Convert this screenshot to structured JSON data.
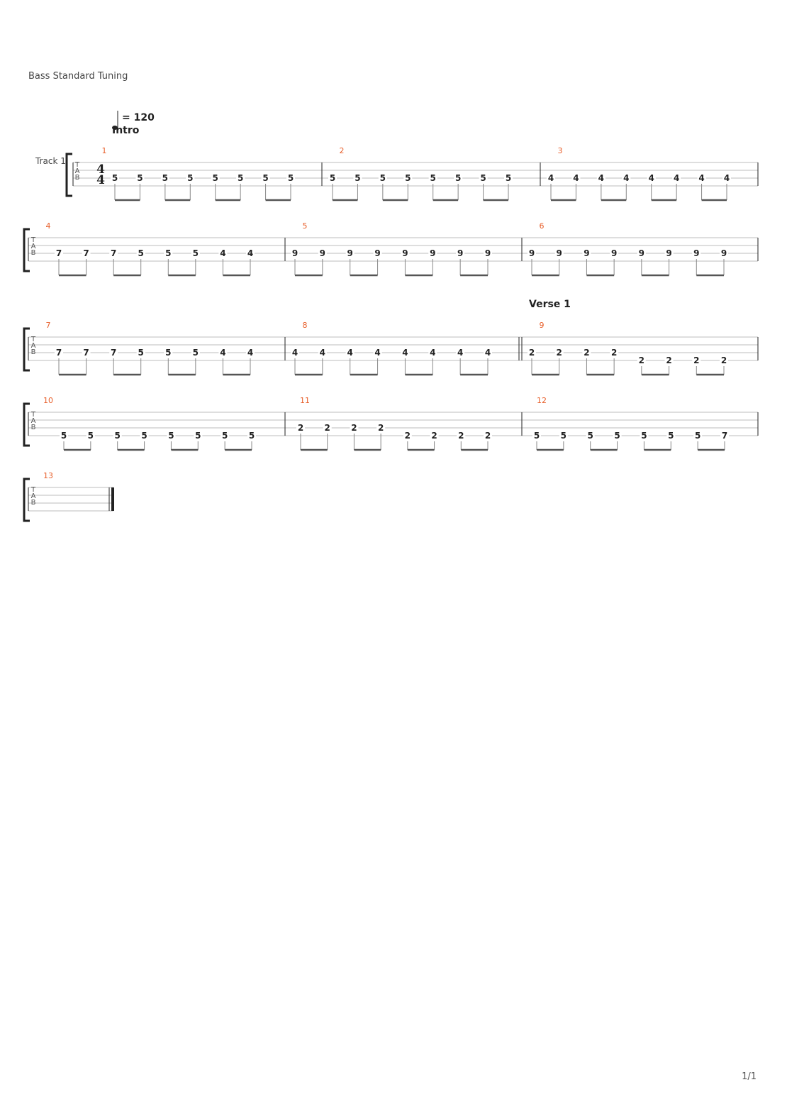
{
  "header": {
    "tuning": "Bass Standard Tuning"
  },
  "tempo": {
    "text": "= 120"
  },
  "track": {
    "name": "Track 1"
  },
  "time_signature": {
    "top": "4",
    "bottom": "4"
  },
  "tab_label": [
    "T",
    "A",
    "B"
  ],
  "sections": [
    {
      "label": "Intro",
      "bar": 1
    },
    {
      "label": "Verse 1",
      "bar": 9
    }
  ],
  "measures": [
    {
      "number": "1",
      "notes": [
        [
          3,
          "5"
        ],
        [
          3,
          "5"
        ],
        [
          3,
          "5"
        ],
        [
          3,
          "5"
        ],
        [
          3,
          "5"
        ],
        [
          3,
          "5"
        ],
        [
          3,
          "5"
        ],
        [
          3,
          "5"
        ]
      ]
    },
    {
      "number": "2",
      "notes": [
        [
          3,
          "5"
        ],
        [
          3,
          "5"
        ],
        [
          3,
          "5"
        ],
        [
          3,
          "5"
        ],
        [
          3,
          "5"
        ],
        [
          3,
          "5"
        ],
        [
          3,
          "5"
        ],
        [
          3,
          "5"
        ]
      ]
    },
    {
      "number": "3",
      "notes": [
        [
          3,
          "4"
        ],
        [
          3,
          "4"
        ],
        [
          3,
          "4"
        ],
        [
          3,
          "4"
        ],
        [
          3,
          "4"
        ],
        [
          3,
          "4"
        ],
        [
          3,
          "4"
        ],
        [
          3,
          "4"
        ]
      ]
    },
    {
      "number": "4",
      "notes": [
        [
          3,
          "7"
        ],
        [
          3,
          "7"
        ],
        [
          3,
          "7"
        ],
        [
          3,
          "5"
        ],
        [
          3,
          "5"
        ],
        [
          3,
          "5"
        ],
        [
          3,
          "4"
        ],
        [
          3,
          "4"
        ]
      ]
    },
    {
      "number": "5",
      "notes": [
        [
          3,
          "9"
        ],
        [
          3,
          "9"
        ],
        [
          3,
          "9"
        ],
        [
          3,
          "9"
        ],
        [
          3,
          "9"
        ],
        [
          3,
          "9"
        ],
        [
          3,
          "9"
        ],
        [
          3,
          "9"
        ]
      ]
    },
    {
      "number": "6",
      "notes": [
        [
          3,
          "9"
        ],
        [
          3,
          "9"
        ],
        [
          3,
          "9"
        ],
        [
          3,
          "9"
        ],
        [
          3,
          "9"
        ],
        [
          3,
          "9"
        ],
        [
          3,
          "9"
        ],
        [
          3,
          "9"
        ]
      ]
    },
    {
      "number": "7",
      "notes": [
        [
          3,
          "7"
        ],
        [
          3,
          "7"
        ],
        [
          3,
          "7"
        ],
        [
          3,
          "5"
        ],
        [
          3,
          "5"
        ],
        [
          3,
          "5"
        ],
        [
          3,
          "4"
        ],
        [
          3,
          "4"
        ]
      ]
    },
    {
      "number": "8",
      "notes": [
        [
          3,
          "4"
        ],
        [
          3,
          "4"
        ],
        [
          3,
          "4"
        ],
        [
          3,
          "4"
        ],
        [
          3,
          "4"
        ],
        [
          3,
          "4"
        ],
        [
          3,
          "4"
        ],
        [
          3,
          "4"
        ]
      ]
    },
    {
      "number": "9",
      "notes": [
        [
          3,
          "2"
        ],
        [
          3,
          "2"
        ],
        [
          3,
          "2"
        ],
        [
          3,
          "2"
        ],
        [
          4,
          "2"
        ],
        [
          4,
          "2"
        ],
        [
          4,
          "2"
        ],
        [
          4,
          "2"
        ]
      ]
    },
    {
      "number": "10",
      "notes": [
        [
          4,
          "5"
        ],
        [
          4,
          "5"
        ],
        [
          4,
          "5"
        ],
        [
          4,
          "5"
        ],
        [
          4,
          "5"
        ],
        [
          4,
          "5"
        ],
        [
          4,
          "5"
        ],
        [
          4,
          "5"
        ]
      ]
    },
    {
      "number": "11",
      "notes": [
        [
          3,
          "2"
        ],
        [
          3,
          "2"
        ],
        [
          3,
          "2"
        ],
        [
          3,
          "2"
        ],
        [
          4,
          "2"
        ],
        [
          4,
          "2"
        ],
        [
          4,
          "2"
        ],
        [
          4,
          "2"
        ]
      ]
    },
    {
      "number": "12",
      "notes": [
        [
          4,
          "5"
        ],
        [
          4,
          "5"
        ],
        [
          4,
          "5"
        ],
        [
          4,
          "5"
        ],
        [
          4,
          "5"
        ],
        [
          4,
          "5"
        ],
        [
          4,
          "5"
        ],
        [
          4,
          "7"
        ]
      ]
    },
    {
      "number": "13",
      "notes": []
    }
  ],
  "footer": {
    "page": "1/1"
  }
}
